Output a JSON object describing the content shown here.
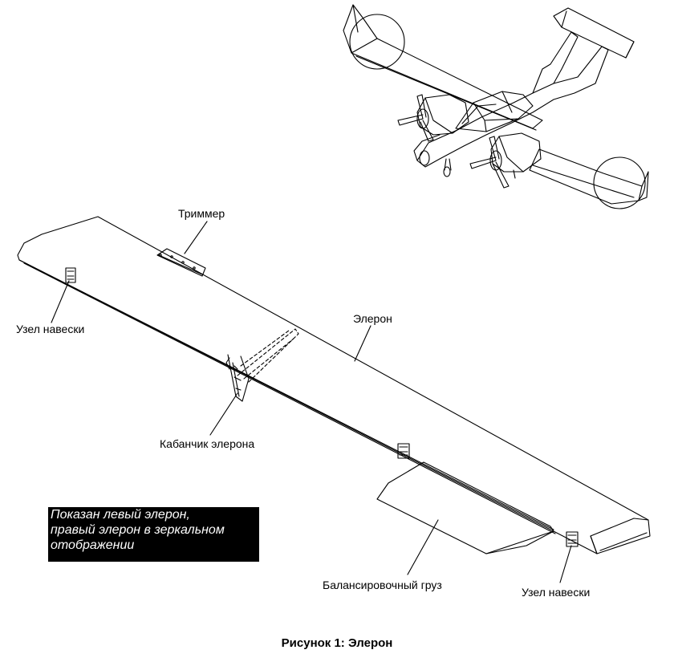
{
  "labels": {
    "trimmer": "Триммер",
    "hinge_left": "Узел навески",
    "aileron": "Элерон",
    "control_horn": "Кабанчик элерона",
    "balance_weight": "Балансировочный груз",
    "hinge_right": "Узел навески"
  },
  "note": {
    "lines": [
      "Показан левый элерон,",
      "правый элерон в зеркальном",
      "отображении"
    ]
  },
  "caption": "Рисунок 1: Элерон"
}
